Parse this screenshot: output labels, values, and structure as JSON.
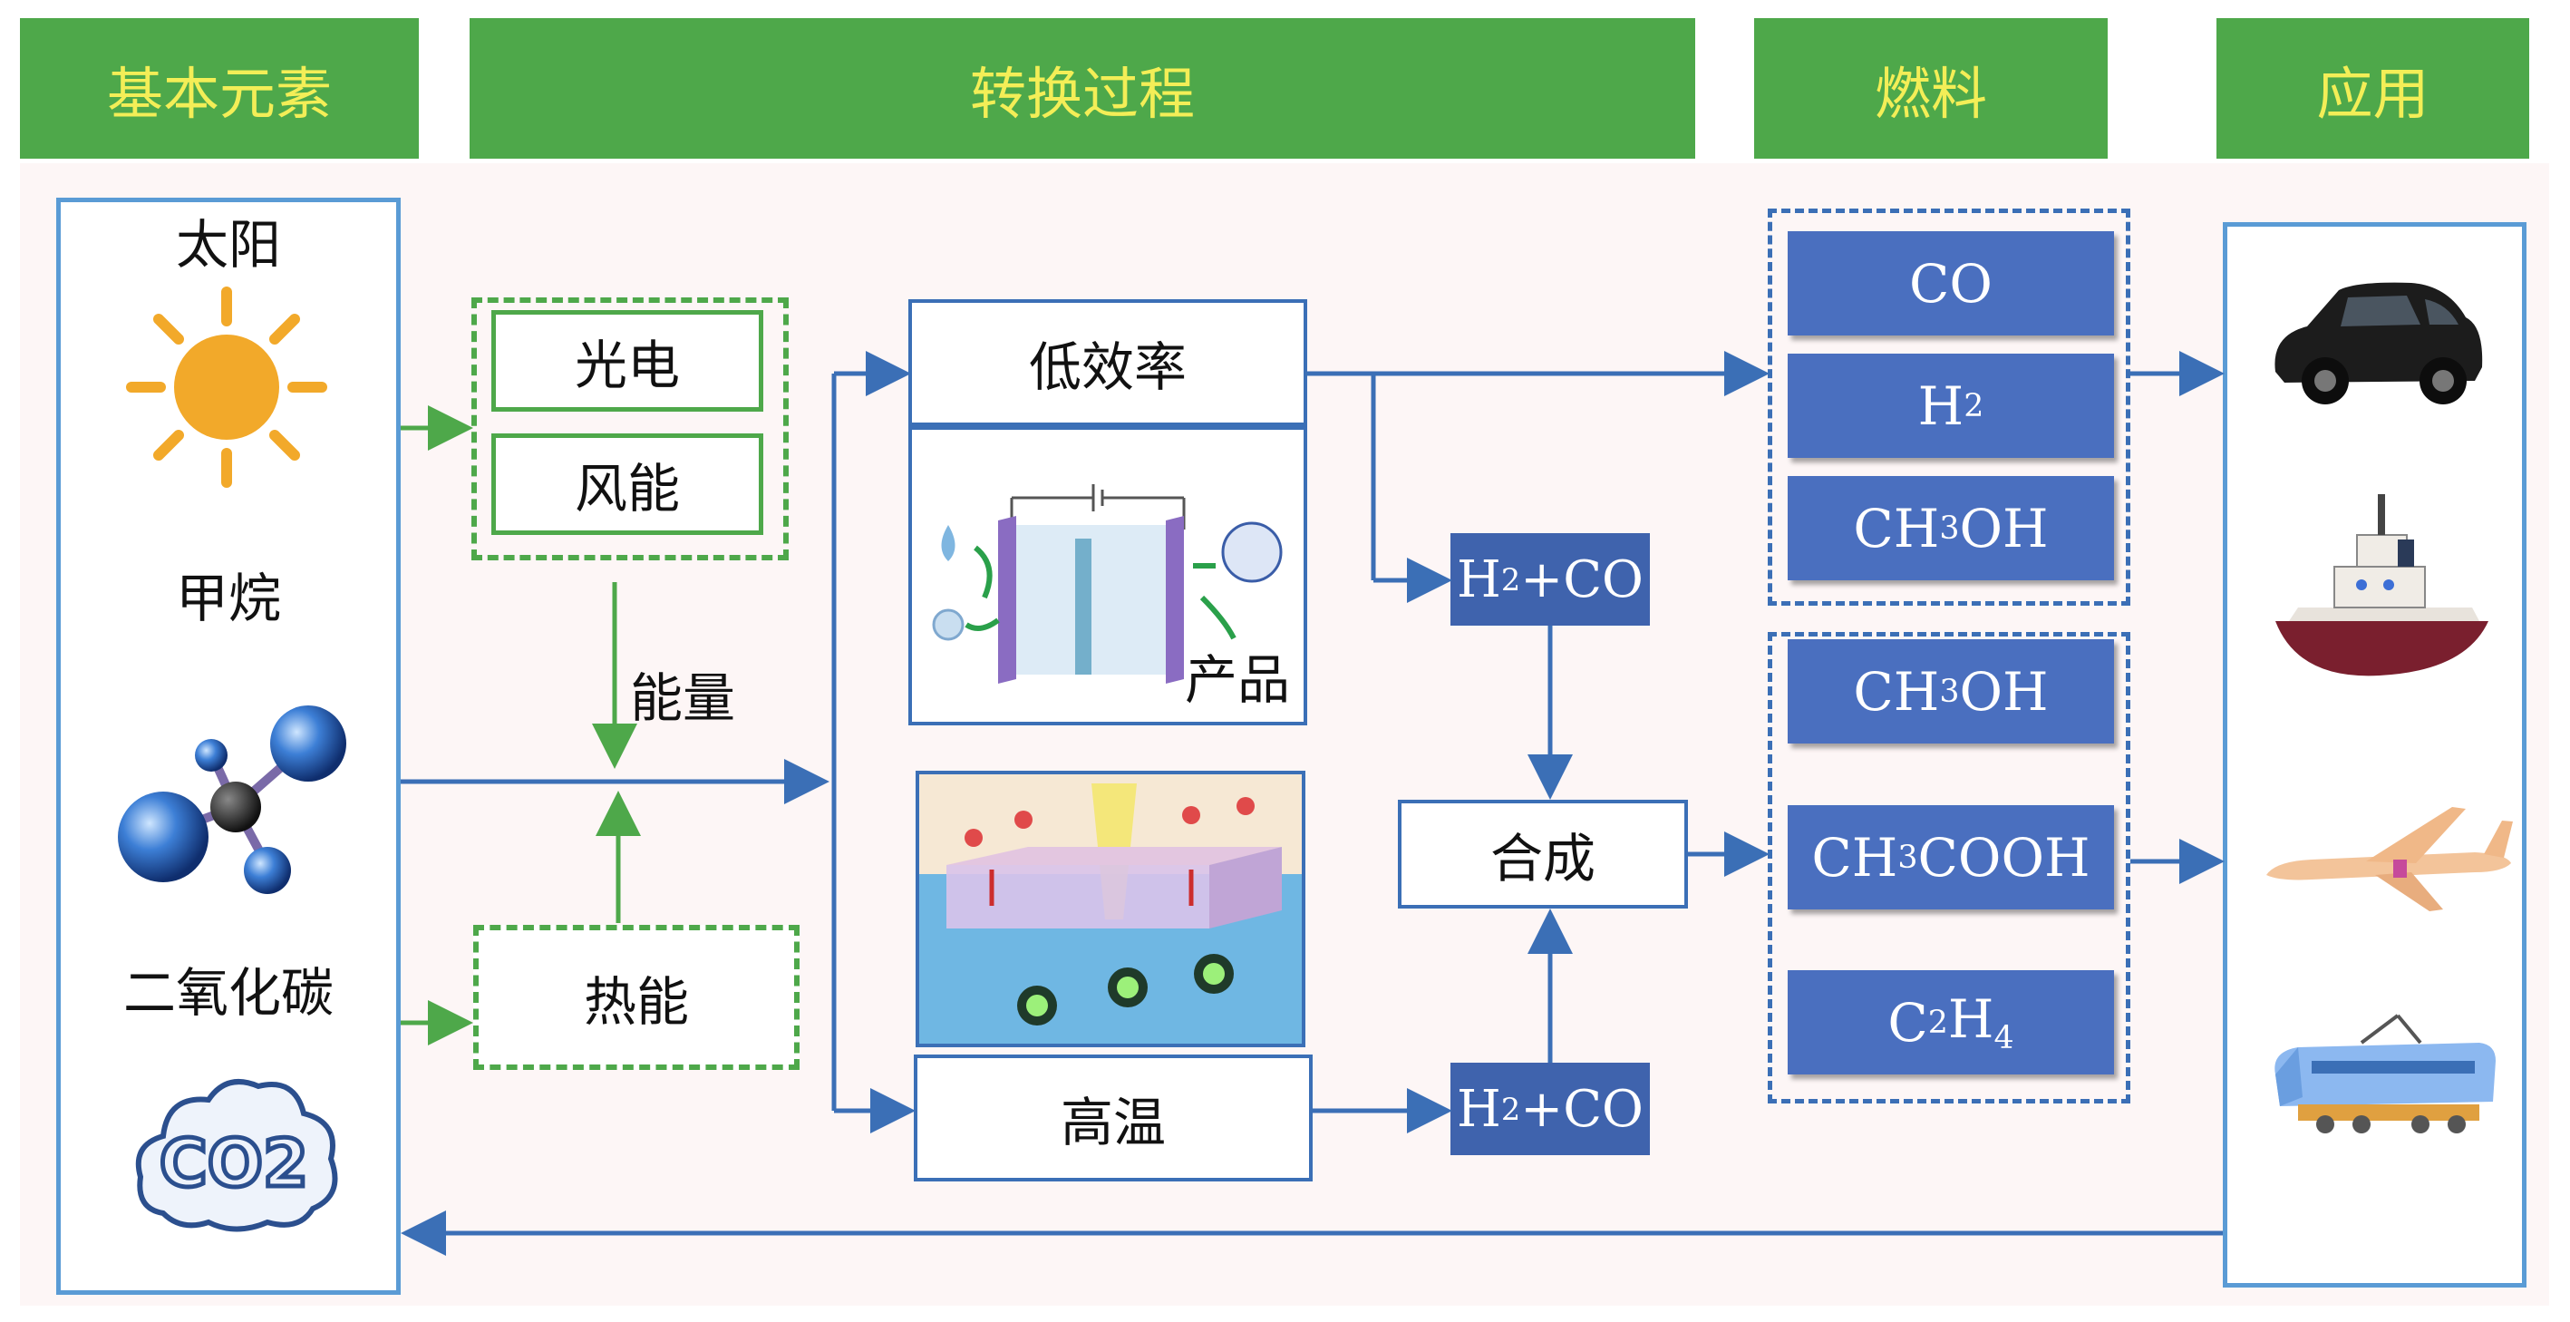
{
  "headers": {
    "elements": "基本元素",
    "process": "转换过程",
    "fuel": "燃料",
    "application": "应用"
  },
  "sources": {
    "sun": "太阳",
    "methane": "甲烷",
    "co2": "二氧化碳",
    "co2_cloud_text": "CO2"
  },
  "energy": {
    "photovoltaic": "光电",
    "wind": "风能",
    "heat": "热能",
    "energy_label": "能量"
  },
  "process": {
    "low_efficiency": "低效率",
    "product": "产品",
    "high_temp": "高温",
    "synthesis": "合成",
    "syngas_top": {
      "a": "H",
      "sub": "2",
      "b": "+CO"
    },
    "syngas_bottom": {
      "a": "H",
      "sub": "2",
      "b": "+CO"
    }
  },
  "fuels_group1": [
    {
      "a": "CO",
      "sub": "",
      "b": ""
    },
    {
      "a": "H",
      "sub": "2",
      "b": ""
    },
    {
      "a": "CH",
      "sub": "3",
      "b": "OH"
    }
  ],
  "fuels_group2": [
    {
      "a": "CH",
      "sub": "3",
      "b": "OH"
    },
    {
      "a": "CH",
      "sub": "3",
      "b": "COOH"
    },
    {
      "a": "C",
      "sub": "2",
      "b": "H4"
    }
  ],
  "applications": [
    "car-icon",
    "ship-icon",
    "airplane-icon",
    "train-icon"
  ],
  "colors": {
    "header_green": "#4ea84a",
    "header_text": "#f3ee57",
    "arrow_blue": "#3b6fb6",
    "arrow_green": "#4ea84a",
    "fuel_blue": "#4a6fbf"
  }
}
